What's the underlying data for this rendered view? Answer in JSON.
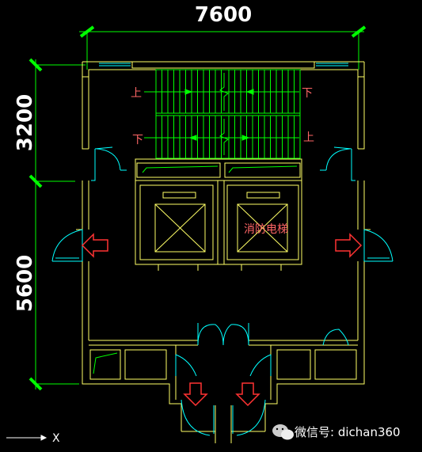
{
  "dimensions": {
    "top_width": "7600",
    "left_upper": "3200",
    "left_lower": "5600"
  },
  "stair": {
    "up_label": "上",
    "down_label": "下"
  },
  "fire_elevator_label": "消防电梯",
  "ucs_axis_label": "X",
  "watermark": "微信号: dichan360",
  "colors": {
    "background": "#000000",
    "wall": "#ffff66",
    "dimension": "#00ff00",
    "stair": "#00ff00",
    "door": "#00ffff",
    "arrow": "#ff3333",
    "text": "#ffffff",
    "label": "#ff6666"
  }
}
